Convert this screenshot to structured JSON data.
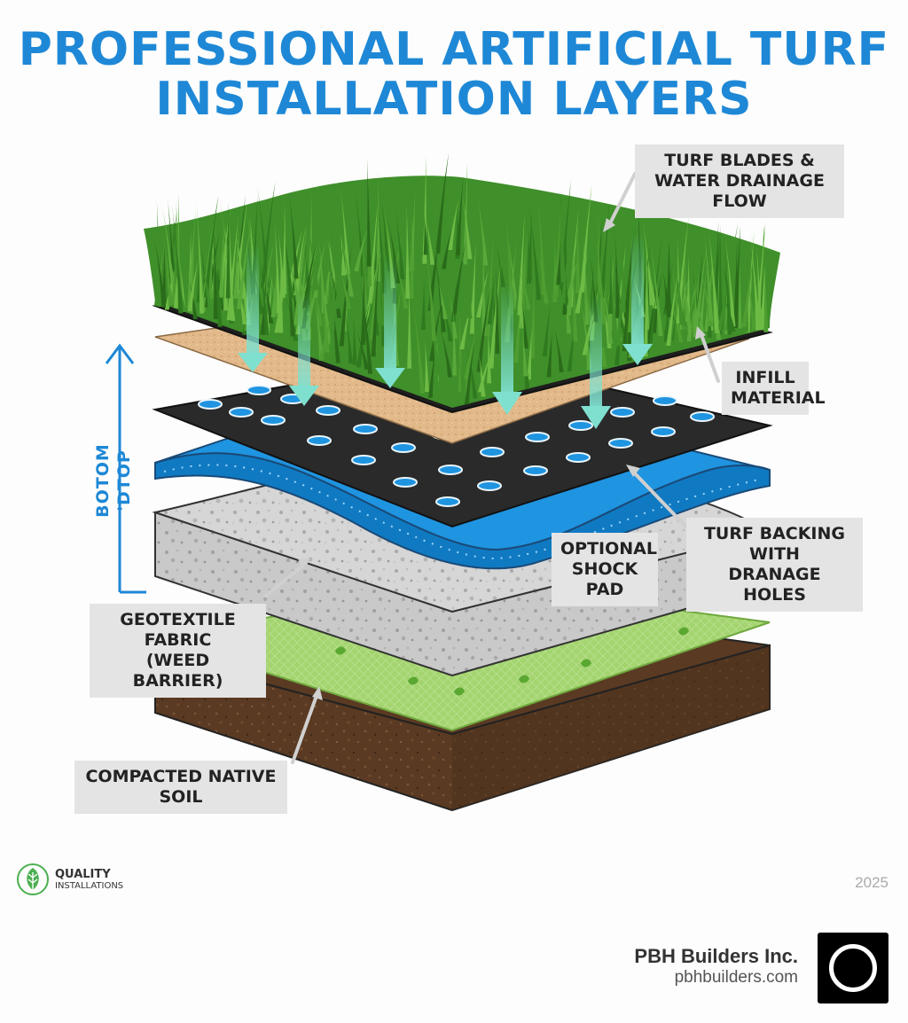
{
  "title": {
    "line1": "PROFESSIONAL ARTIFICIAL TURF",
    "line2": "INSTALLATION LAYERS"
  },
  "callouts": {
    "turf_blades": {
      "line1": "TURF BLADES &",
      "line2": "WATER DRAINAGE FLOW"
    },
    "infill": {
      "line1": "INFILL",
      "line2": "MATERIAL"
    },
    "shock_pad": {
      "line1": "OPTIONAL",
      "line2": "SHOCK PAD"
    },
    "turf_backing": {
      "line1": "TURF BACKING WITH",
      "line2": "DRANAGE HOLES"
    },
    "geotextile": {
      "line1": "GEOTEXTILE FABRIC",
      "line2": "(WEED BARRIER)"
    },
    "soil": {
      "line1": "COMPACTED NATIVE SOIL"
    }
  },
  "axis_label": "BOTOM 'DTOP",
  "badge": {
    "line1": "QUALITY",
    "line2": "INSTALLATIONS",
    "icon": "leaf-icon"
  },
  "year": "2025",
  "brand": {
    "name": "PBH Builders Inc.",
    "url": "pbhbuilders.com",
    "logo_icon": "circle-logo-icon"
  },
  "colors": {
    "title": "#1e88d6",
    "grass": "#3f8f2a",
    "infill": "#e2b98a",
    "backing": "#2a2a2a",
    "shock_pad": "#1f94e0",
    "base_gravel": "#d9d9d9",
    "geotextile": "#9fd16a",
    "soil": "#5a3a22",
    "water_arrow": "#7fe0cf"
  }
}
